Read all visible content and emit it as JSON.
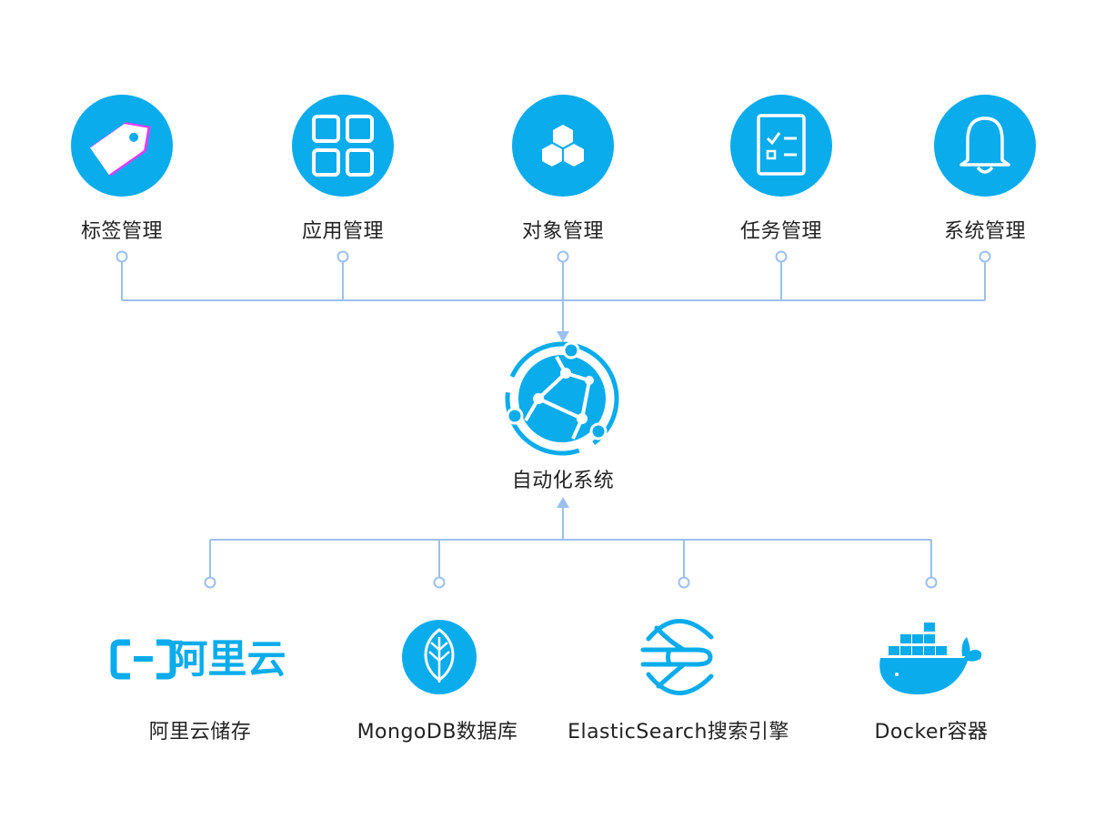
{
  "colors": {
    "primary": "#0aacec",
    "connector": "#9cc0ee",
    "text": "#222222",
    "tag_accent": "#e13cff"
  },
  "top_modules": [
    {
      "label": "标签管理",
      "icon": "tag-icon"
    },
    {
      "label": "应用管理",
      "icon": "app-grid-icon"
    },
    {
      "label": "对象管理",
      "icon": "object-cubes-icon"
    },
    {
      "label": "任务管理",
      "icon": "task-checklist-icon"
    },
    {
      "label": "系统管理",
      "icon": "bell-icon"
    }
  ],
  "center": {
    "label": "自动化系统",
    "icon": "network-globe-icon"
  },
  "bottom_services": [
    {
      "label": "阿里云储存",
      "icon": "aliyun-logo",
      "logo_text": "阿里云"
    },
    {
      "label": "MongoDB数据库",
      "icon": "mongodb-leaf-icon"
    },
    {
      "label": "ElasticSearch搜索引擎",
      "icon": "elasticsearch-icon"
    },
    {
      "label": "Docker容器",
      "icon": "docker-whale-icon"
    }
  ]
}
